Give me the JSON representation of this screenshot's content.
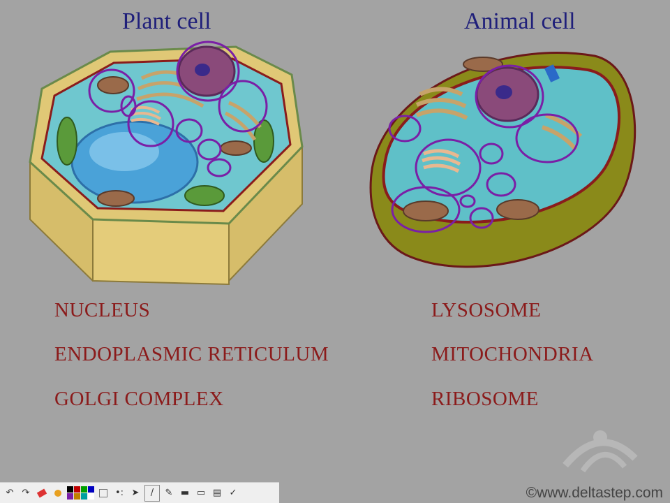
{
  "titles": {
    "plant": "Plant cell",
    "animal": "Animal cell"
  },
  "terms_left": [
    "NUCLEUS",
    "ENDOPLASMIC RETICULUM",
    "GOLGI COMPLEX"
  ],
  "terms_right": [
    "LYSOSOME",
    "MITOCHONDRIA",
    "RIBOSOME"
  ],
  "footer": {
    "url": "©www.deltastep.com"
  },
  "colors": {
    "background": "#a3a3a3",
    "title": "#1f1f7a",
    "term": "#8b1b1b",
    "annotation": "#7a1fa6"
  },
  "toolbar": {
    "icons": [
      "undo-icon",
      "redo-icon",
      "eraser-icon",
      "paint-icon",
      "color-palette",
      "pen-size-icon",
      "dots-icon",
      "pointer-icon",
      "pen-icon",
      "highlighter-icon",
      "line-icon",
      "shape-icon",
      "page-icon",
      "settings-icon"
    ],
    "palette": [
      "#000000",
      "#c00000",
      "#00a000",
      "#0000c0",
      "#7a1fa6",
      "#c08000",
      "#00a0a0",
      "#ffffff"
    ]
  }
}
